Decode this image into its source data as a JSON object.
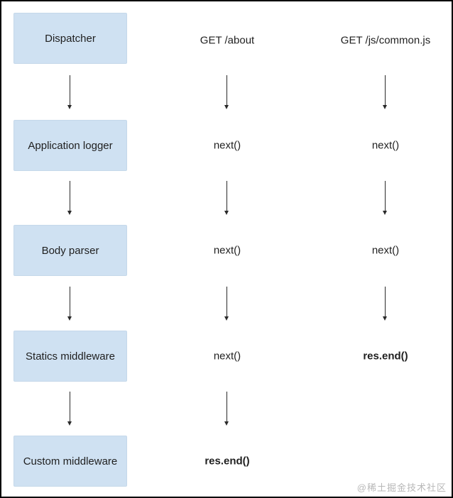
{
  "diagram": {
    "pipeline_boxes": [
      "Dispatcher",
      "Application logger",
      "Body parser",
      "Statics middleware",
      "Custom middleware"
    ],
    "requests": [
      {
        "title": "GET /about",
        "steps": [
          "next()",
          "next()",
          "next()",
          "res.end()"
        ]
      },
      {
        "title": "GET /js/common.js",
        "steps": [
          "next()",
          "next()",
          "res.end()"
        ]
      }
    ]
  },
  "colors": {
    "box_fill": "#cfe1f2",
    "box_border": "#c5d8ea",
    "arrow": "#2a2a2a",
    "text": "#1f1f1f",
    "frame": "#000000",
    "watermark": "#b8b8b8"
  },
  "watermark": "@稀土掘金技术社区"
}
